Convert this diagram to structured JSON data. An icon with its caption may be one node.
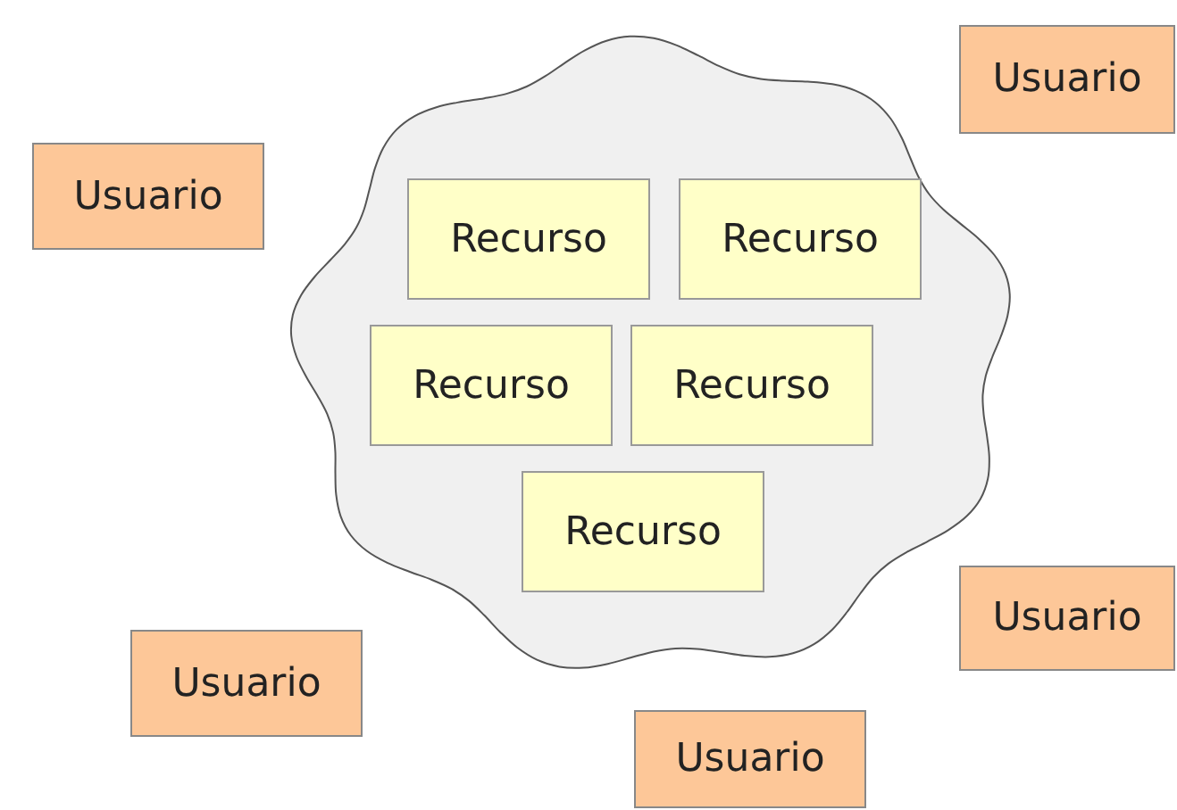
{
  "diagram": {
    "nodes": [
      {
        "text": [],
        "shape": "cloud"
      },
      {
        "text": [
          "Recurso"
        ],
        "in": 0
      },
      {
        "text": [
          "Recurso"
        ],
        "in": 0
      },
      {
        "text": [
          "Recurso"
        ],
        "in": 0
      },
      {
        "text": [
          "Recurso"
        ],
        "in": 0
      },
      {
        "text": [
          "Recurso"
        ],
        "in": 0
      },
      {
        "text": [
          "Usuario"
        ]
      },
      {
        "text": [
          "Usuario"
        ]
      },
      {
        "text": [
          "Usuario"
        ]
      },
      {
        "text": [
          "Usuario"
        ]
      },
      {
        "text": [
          "Usuario"
        ]
      }
    ]
  }
}
